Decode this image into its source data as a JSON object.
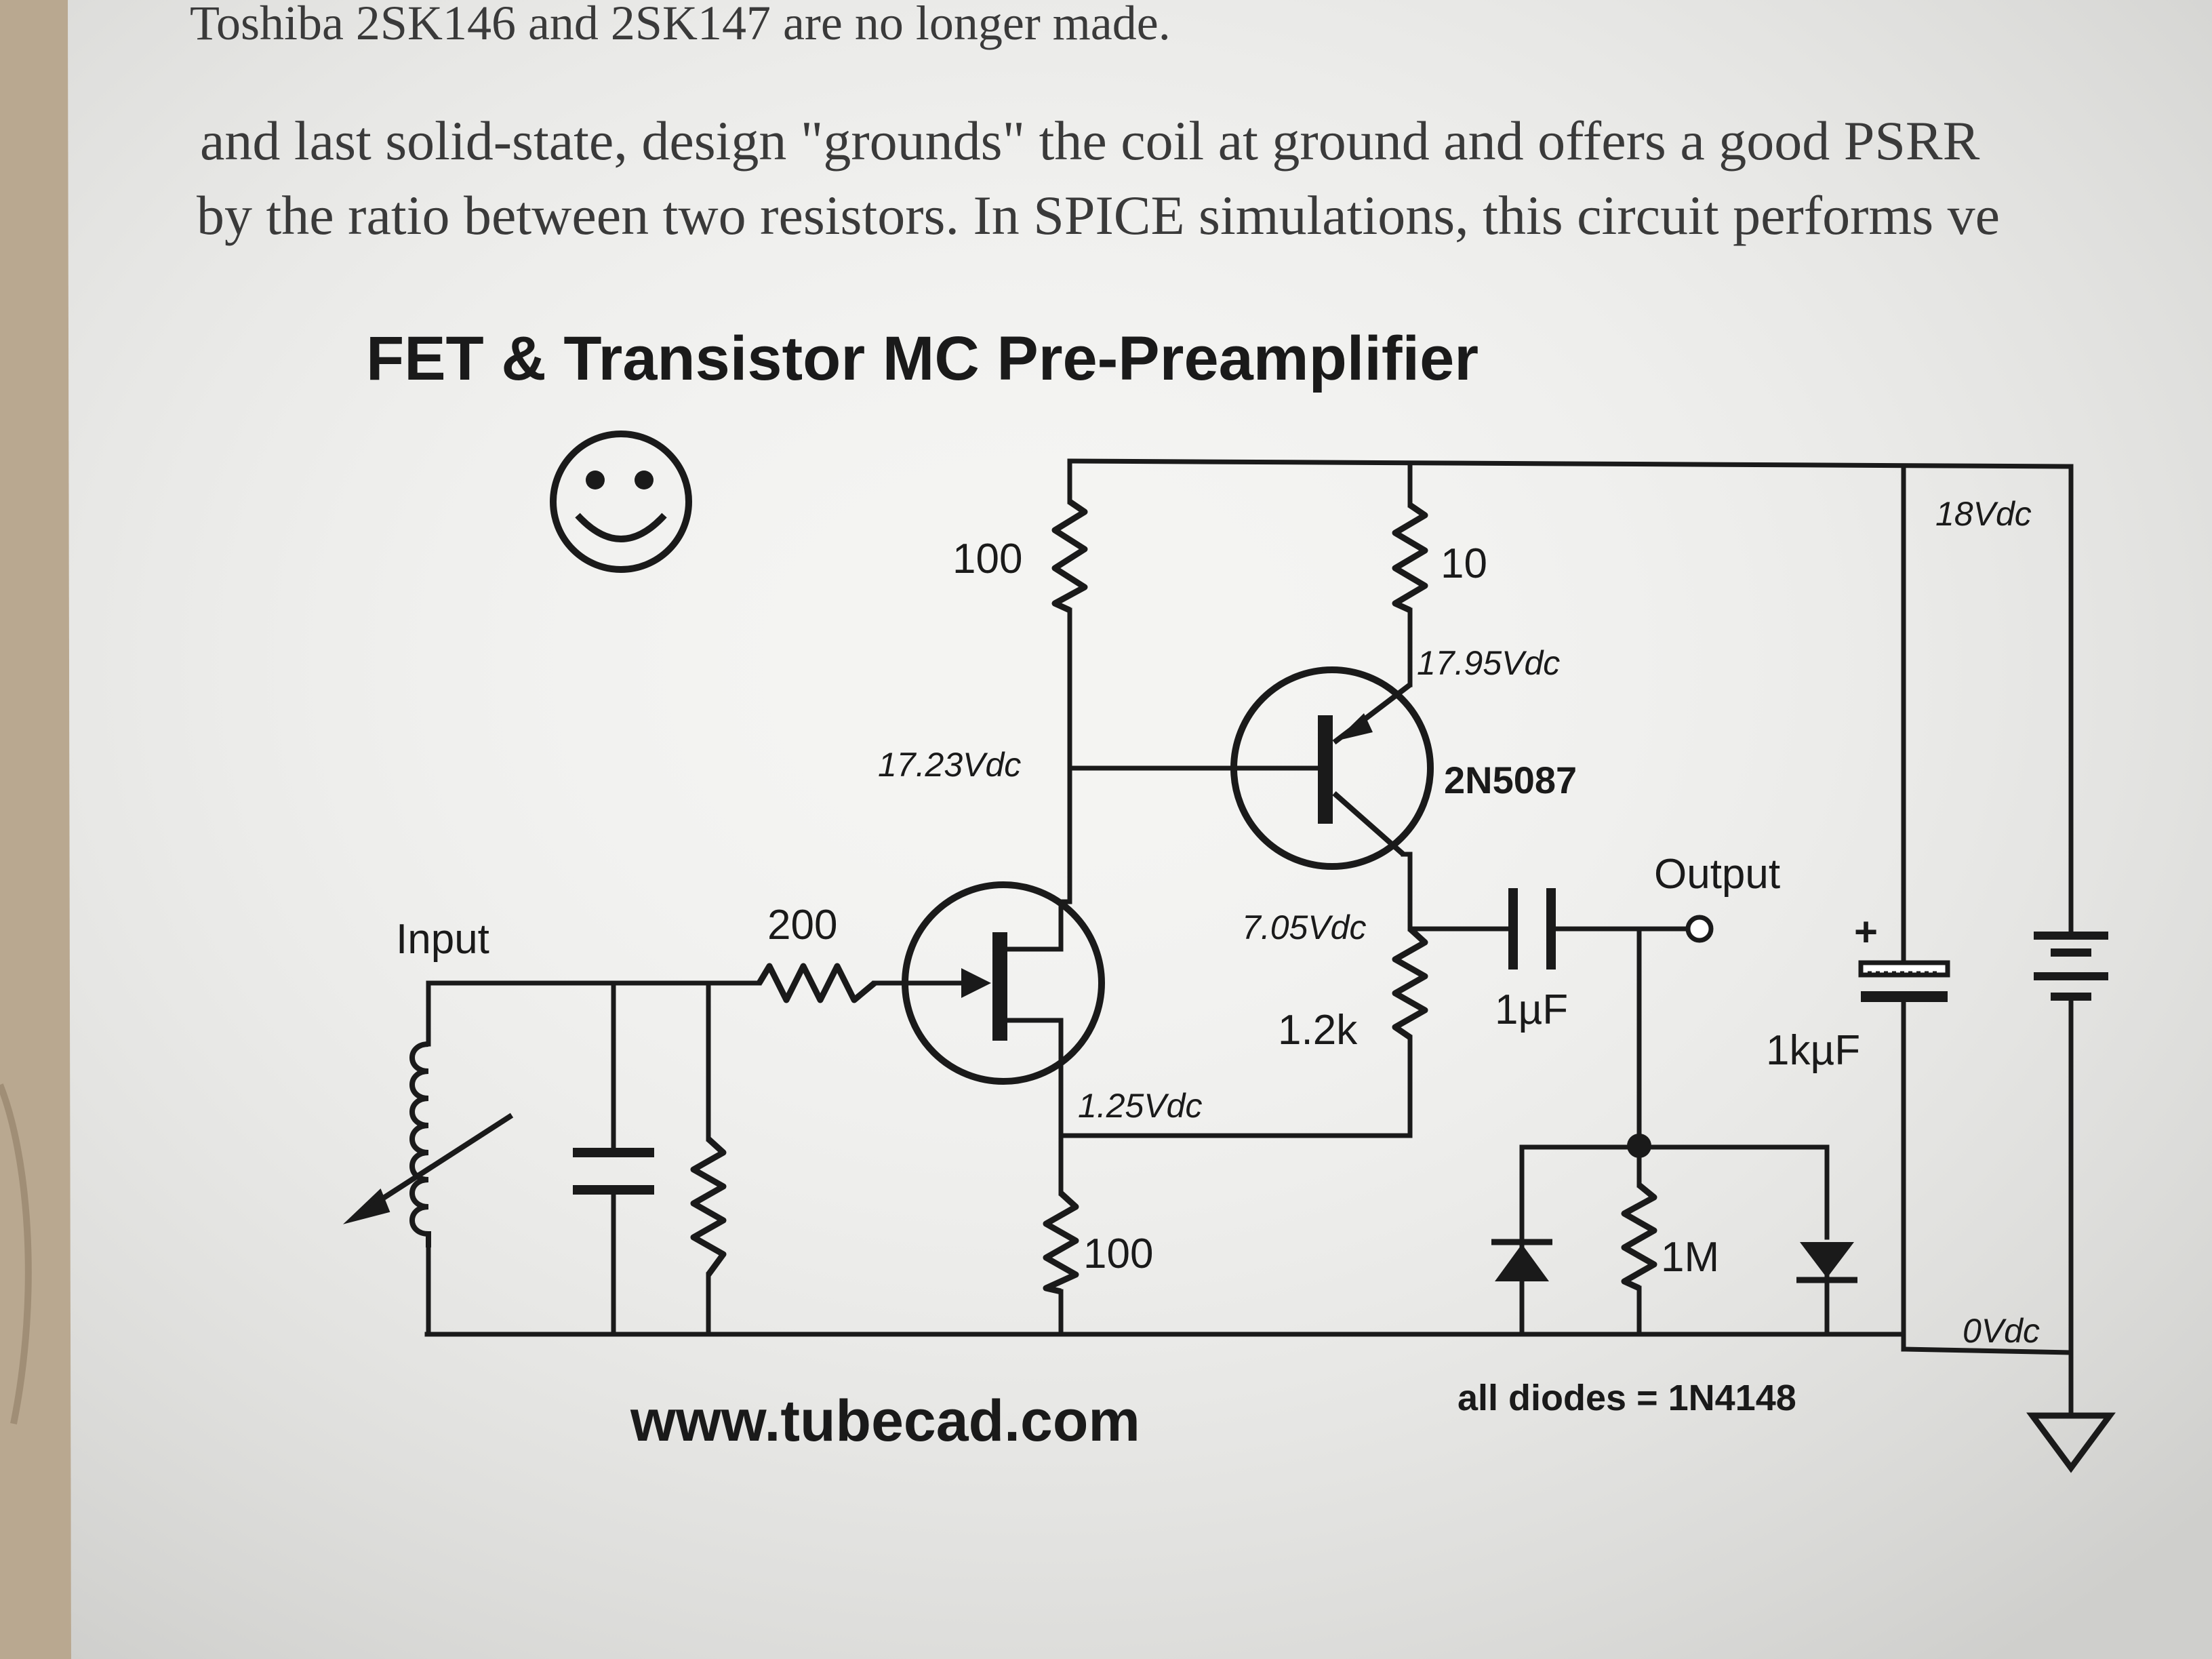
{
  "prose": {
    "line_top": "Toshiba 2SK146 and 2SK147 are no longer made.",
    "line_1": "and last solid-state, design \"grounds\" the coil at ground and offers a good PSRR",
    "line_2": "by the ratio between two resistors. In SPICE simulations, this circuit performs ve"
  },
  "diagram": {
    "title": "FET & Transistor MC Pre-Preamplifier",
    "website": "www.tubecad.com",
    "diodes_note": "all diodes = 1N4148",
    "labels": {
      "input": "Input",
      "output": "Output",
      "r_gate": "200",
      "r_drain": "100",
      "r_emitter": "10",
      "r_collector": "1.2k",
      "r_source": "100",
      "r_bias": "1M",
      "c_out": "1µF",
      "c_supply": "1kµF",
      "transistor": "2N5087",
      "v_supply": "18Vdc",
      "v_ground": "0Vdc",
      "v_emitter": "17.95Vdc",
      "v_drain": "17.23Vdc",
      "v_collector": "7.05Vdc",
      "v_source": "1.25Vdc",
      "plus": "+"
    }
  },
  "colors": {
    "paper": "#f4f4f2",
    "ink": "#1a1a1a",
    "table": "#b9a890"
  }
}
